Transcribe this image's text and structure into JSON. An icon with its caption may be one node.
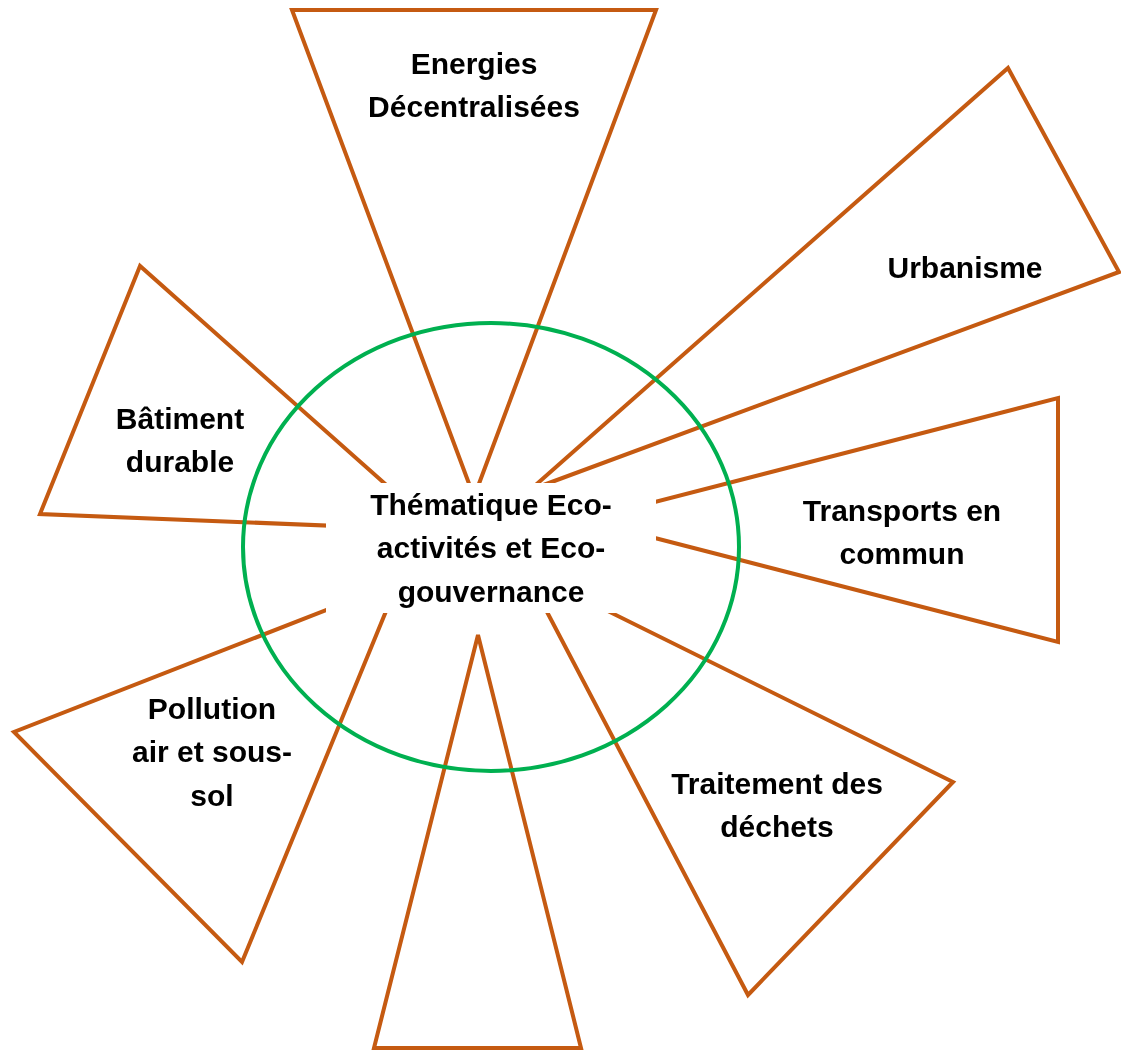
{
  "diagram": {
    "nodes": [
      {
        "text": [
          "Energies Décentralisées"
        ]
      },
      {
        "text": [
          "Urbanisme"
        ]
      },
      {
        "text": [
          "Bâtiment durable"
        ]
      },
      {
        "text": [
          "Thématique Eco-activités et Eco-gouvernance"
        ]
      },
      {
        "text": [
          "Transports en commun"
        ]
      },
      {
        "text": [
          "Pollution air et sous-sol"
        ]
      },
      {
        "text": [
          "Traitement des déchets"
        ]
      },
      {
        "text": [],
        "shape": "triangle"
      }
    ]
  }
}
